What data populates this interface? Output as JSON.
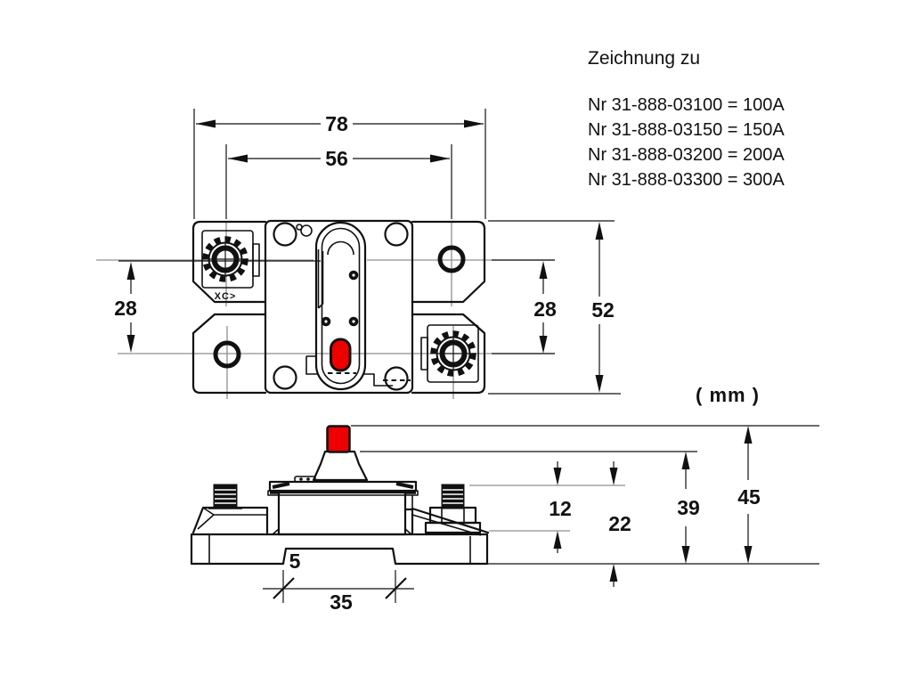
{
  "header": {
    "title": "Zeichnung zu",
    "part_numbers": [
      "Nr 31-888-03100 = 100A",
      "Nr 31-888-03150 = 150A",
      "Nr 31-888-03200 = 200A",
      "Nr 31-888-03300 = 300A"
    ],
    "units_note": "( mm )"
  },
  "top_view": {
    "dim_overall_width": "78",
    "dim_terminal_spacing": "56",
    "dim_left_hole_spacing": "28",
    "dim_right_hole_spacing": "28",
    "dim_overall_depth": "52",
    "marking": "XC>"
  },
  "side_view": {
    "dim_stud_to_flange": "12",
    "dim_body_height": "22",
    "dim_boss_height": "39",
    "dim_overall_height": "45",
    "dim_notch_depth": "5",
    "dim_notch_width": "35"
  },
  "colors": {
    "line": "#111111",
    "centerline": "#8f8f8f",
    "indicator_red": "#ee0000",
    "background": "#ffffff"
  }
}
